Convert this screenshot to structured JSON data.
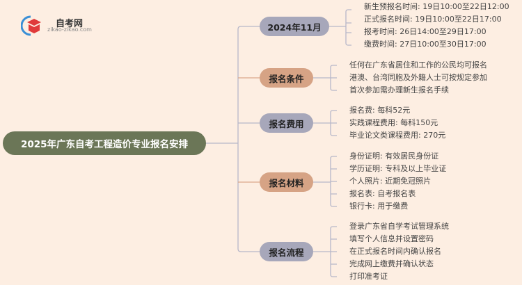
{
  "logo": {
    "title": "自考网",
    "subtitle": "zikao-zikao.com"
  },
  "root": "2025年广东自考工程造价专业报名安排",
  "branches": [
    {
      "label": "2024年11月",
      "items": [
        "新生预报名时间: 19日10:00至22日12:00",
        "正式报名时间: 19日10:00至22日17:00",
        "报考时间: 26日14:00至29日17:00",
        "缴费时间: 27日10:00至30日17:00"
      ]
    },
    {
      "label": "报名条件",
      "items": [
        "任何在广东省居住和工作的公民均可报名",
        "港澳、台湾同胞及外籍人士可按规定参加",
        "首次参加需办理新生报名手续"
      ]
    },
    {
      "label": "报名费用",
      "items": [
        "报名费: 每科52元",
        "实践课程费用: 每科150元",
        "毕业论文类课程费用: 270元"
      ]
    },
    {
      "label": "报名材料",
      "items": [
        "身份证明: 有效居民身份证",
        "学历证明: 专科及以上毕业证",
        "个人照片: 近期免冠照片",
        "报名表: 自考报名表",
        "银行卡: 用于缴费"
      ]
    },
    {
      "label": "报名流程",
      "items": [
        "登录广东省自学考试管理系统",
        "填写个人信息并设置密码",
        "在正式报名时间内确认报名",
        "完成网上缴费并确认状态",
        "打印准考证"
      ]
    }
  ],
  "colors": {
    "background": "#fdeee2",
    "root": "#6b7657",
    "gray_node": "#a7a7ba",
    "tan_node": "#d6a385"
  }
}
